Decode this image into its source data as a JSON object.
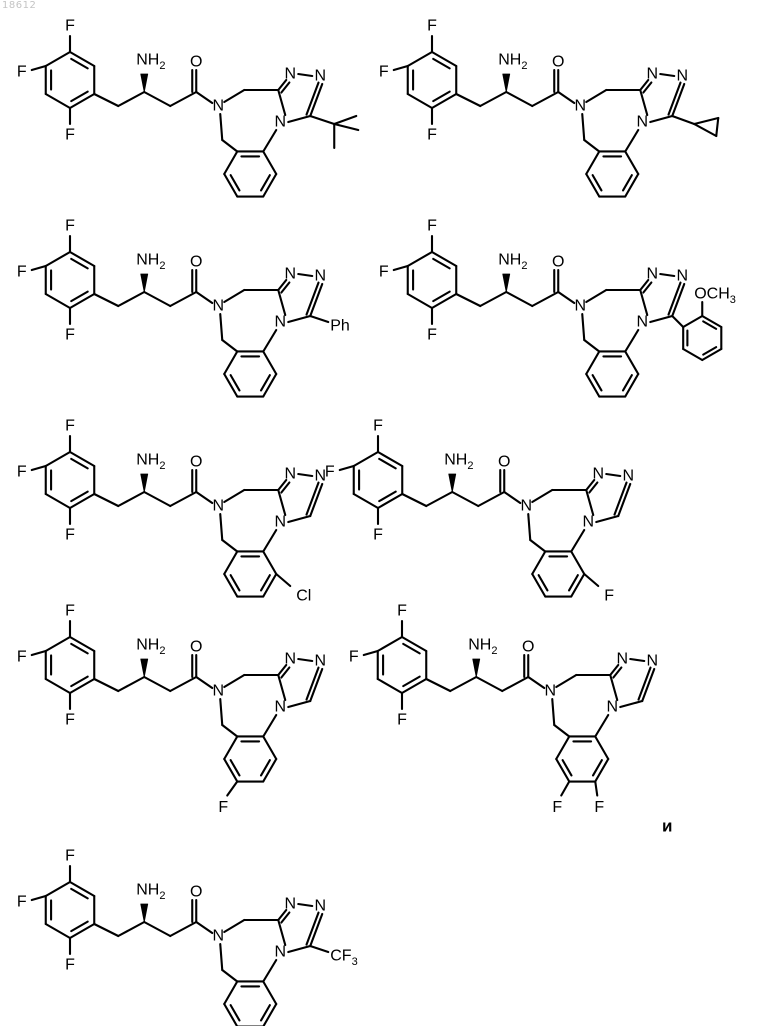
{
  "page_number": "18612",
  "conjunction": "и",
  "common_labels": {
    "fluoro": "F",
    "amine_text": "NH",
    "amine_sub": "2",
    "carbonyl_oxygen": "O",
    "amide_nitrogen": "N",
    "triazole_nitrogen": "N"
  },
  "compounds": [
    {
      "id": "c1",
      "substituent": "tBu",
      "substituent_text": "",
      "ring_substituent": "",
      "ring_sub_text": ""
    },
    {
      "id": "c2",
      "substituent": "cyclopropyl",
      "substituent_text": "",
      "ring_substituent": "",
      "ring_sub_text": ""
    },
    {
      "id": "c3",
      "substituent": "text",
      "substituent_text": "Ph",
      "ring_substituent": "",
      "ring_sub_text": ""
    },
    {
      "id": "c4",
      "substituent": "anisyl",
      "substituent_text": "OCH",
      "substituent_sub": "3",
      "ring_substituent": "",
      "ring_sub_text": ""
    },
    {
      "id": "c5",
      "substituent": "none",
      "substituent_text": "",
      "ring_substituent": "pos3",
      "ring_sub_text": "Cl"
    },
    {
      "id": "c6",
      "substituent": "none",
      "substituent_text": "",
      "ring_substituent": "pos3",
      "ring_sub_text": "F"
    },
    {
      "id": "c7",
      "substituent": "none",
      "substituent_text": "",
      "ring_substituent": "pos4",
      "ring_sub_text": "F"
    },
    {
      "id": "c8",
      "substituent": "none",
      "substituent_text": "",
      "ring_substituent": "pos34",
      "ring_sub_text": "F",
      "ring_sub_text2": "F"
    },
    {
      "id": "c9",
      "substituent": "text",
      "substituent_text": "CF",
      "substituent_sub": "3",
      "ring_substituent": "",
      "ring_sub_text": ""
    }
  ]
}
